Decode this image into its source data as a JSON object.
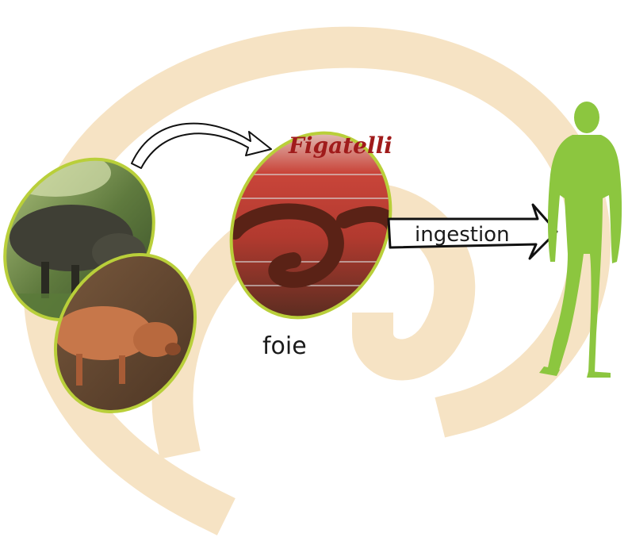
{
  "labels": {
    "liver": "foie",
    "ingestion": "ingestion",
    "figatelli": "Figatelli"
  },
  "colors": {
    "spiral": "#f6e3c4",
    "frame": "#b9cf3a",
    "human": "#8cc63f",
    "arrow_stroke": "#111111",
    "brand": "#a01b1b"
  },
  "icons": {
    "boar": "wild-boar-photo",
    "pig": "domestic-pig-photo",
    "sausage": "grilled-figatelli-photo",
    "human": "human-silhouette"
  }
}
